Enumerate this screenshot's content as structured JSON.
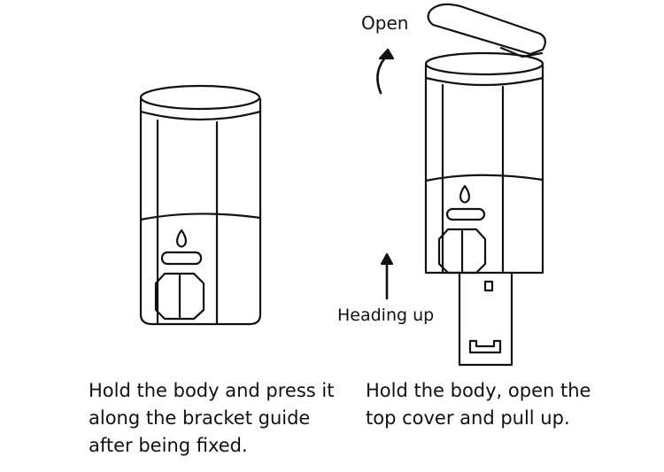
{
  "annotations": {
    "open": "Open",
    "heading_up": "Heading up"
  },
  "captions": {
    "left": "Hold the body and press it\nalong the bracket guide\nafter being fixed.",
    "right": "Hold the body, open the\ntop cover and pull up."
  }
}
